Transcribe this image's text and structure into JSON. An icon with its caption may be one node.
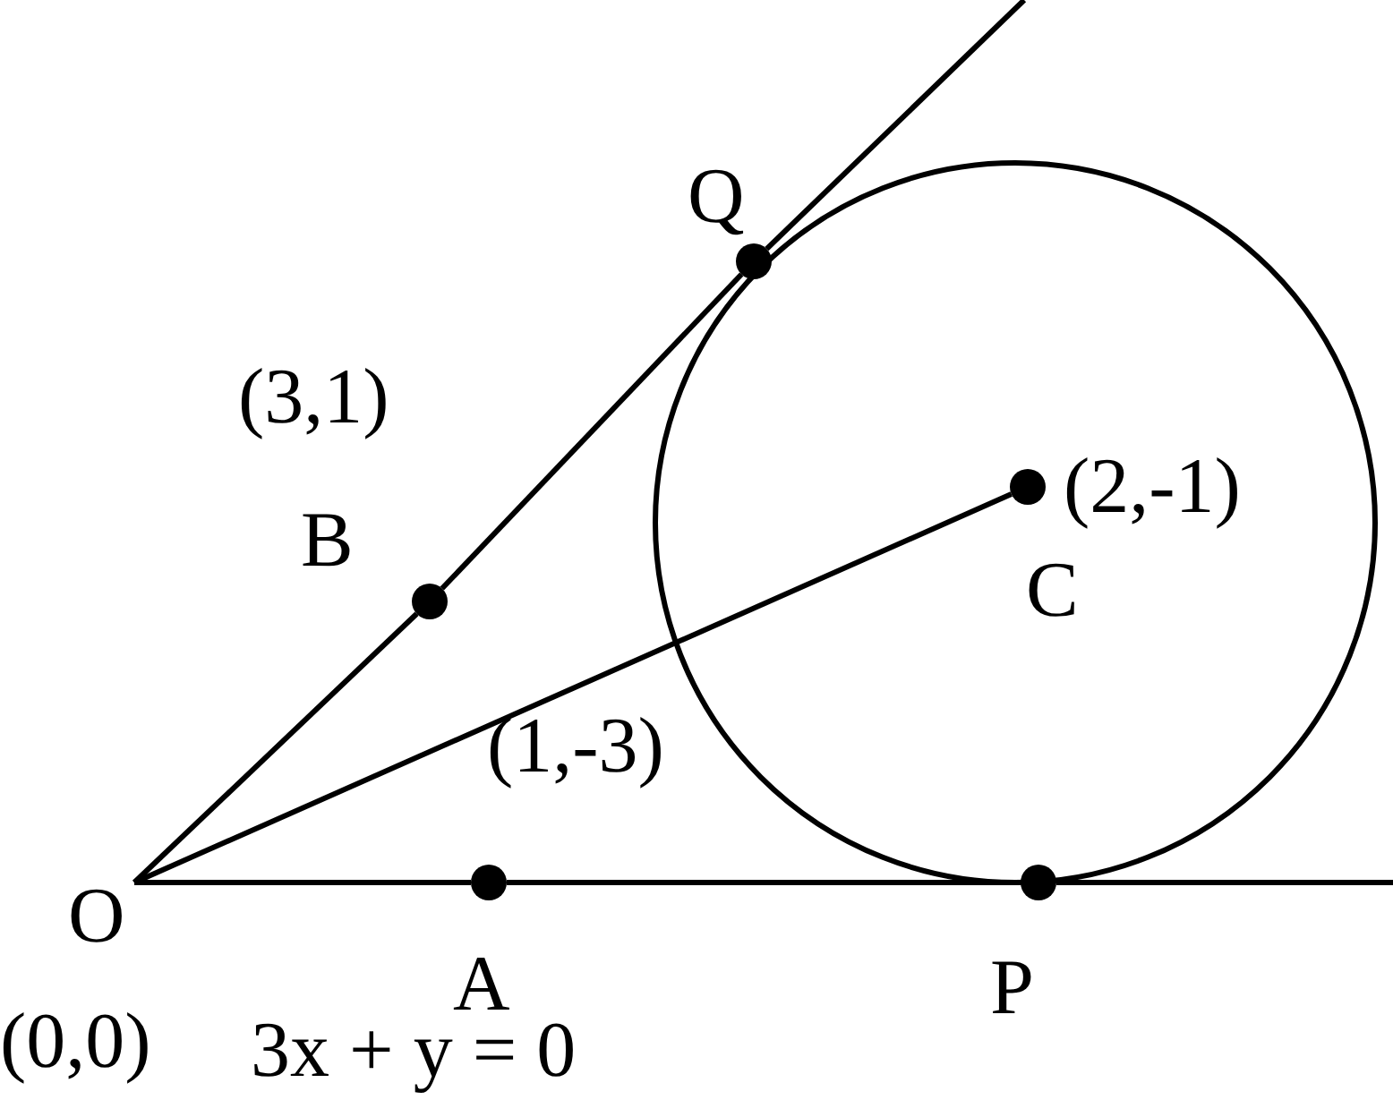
{
  "diagram": {
    "nodes": [
      {
        "text": [
          "Q"
        ]
      },
      {
        "text": [
          "B"
        ],
        "beside": [
          "(3,1)"
        ]
      },
      {
        "text": [
          "C"
        ],
        "beside": [
          "(2,-1)"
        ]
      },
      {
        "text": [
          "O"
        ],
        "beside": [
          "(0,0)"
        ]
      },
      {
        "text": [
          "A"
        ],
        "beside": [
          "(1,-3)"
        ]
      },
      {
        "text": [
          "P"
        ]
      }
    ],
    "edges": [
      {
        "from": 3,
        "to": 1,
        "arrow": "none"
      },
      {
        "from": 1,
        "to": 0,
        "arrow": "none"
      },
      {
        "from": 0,
        "to": null,
        "arrow": "none"
      },
      {
        "from": 3,
        "to": 4,
        "arrow": "none"
      },
      {
        "from": 4,
        "to": 5,
        "arrow": "none"
      },
      {
        "from": 5,
        "to": null,
        "arrow": "none"
      },
      {
        "from": 3,
        "to": 2,
        "arrow": "none"
      }
    ],
    "labels": [
      "3x + y = 0"
    ]
  }
}
